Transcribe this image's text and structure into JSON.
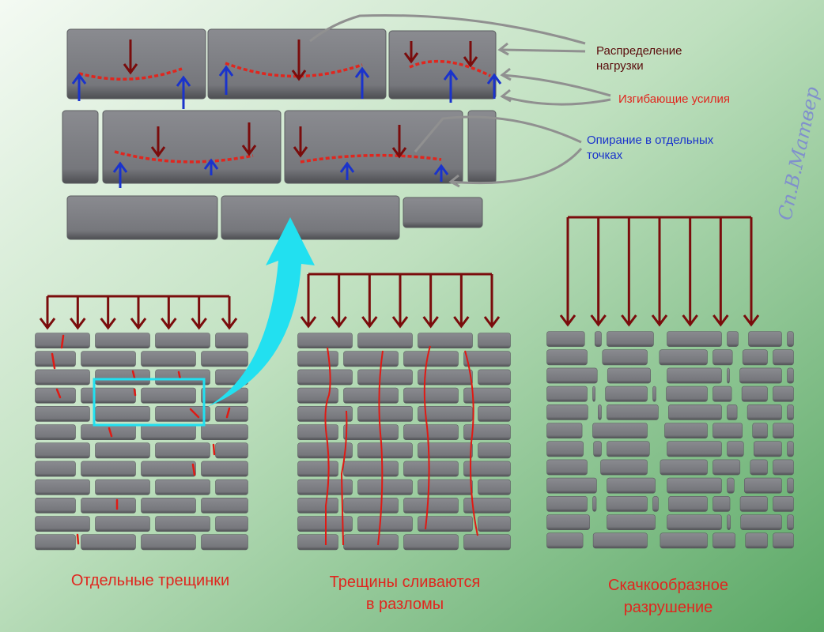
{
  "colors": {
    "background_light": "#f4faf3",
    "background_dark": "#5aa865",
    "brick": "#7a7b80",
    "mortar": "#9fc7a0",
    "load_arrow": "#7a0c0c",
    "support_arrow": "#1a33cc",
    "bending_line": "#e0261e",
    "crack": "#e01a14",
    "highlight": "#22e0f0",
    "pointer": "#909090"
  },
  "labels": {
    "load_distribution": "Распределение\nнагрузки",
    "bending_forces": "Изгибающие усилия",
    "point_support": "Опирание в отдельных\nточках"
  },
  "captions": {
    "stage1": "Отдельные трещинки",
    "stage2": "Трещины сливаются\nв разломы",
    "stage3": "Скачкообразное\nразрушение"
  },
  "signature_text": "Сп.В.Матвер"
}
